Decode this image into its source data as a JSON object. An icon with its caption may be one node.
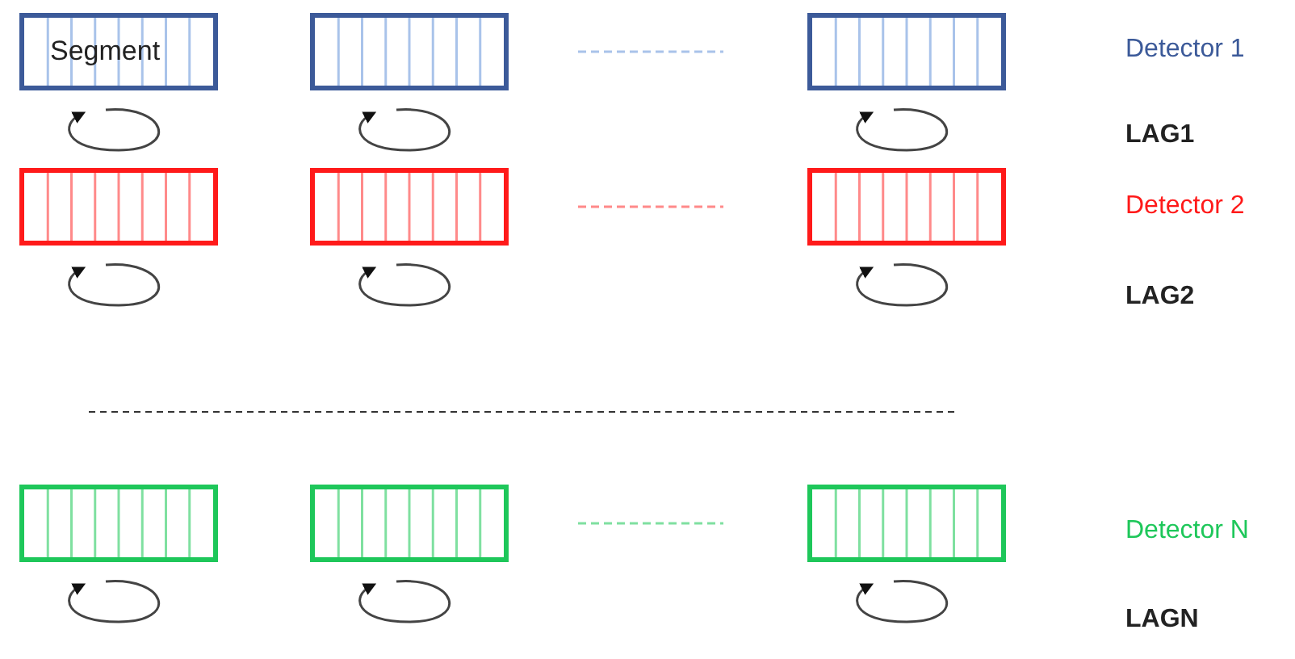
{
  "diagram": {
    "nodes": [
      {
        "text": [
          "Segment"
        ]
      },
      {
        "text": [],
        "shape": "bar"
      },
      {
        "text": [],
        "shape": "bar"
      },
      {
        "text": [],
        "shape": "bar"
      },
      {
        "text": [],
        "shape": "bar"
      },
      {
        "text": [],
        "shape": "bar"
      },
      {
        "text": [],
        "shape": "bar"
      },
      {
        "text": [],
        "shape": "bar"
      },
      {
        "text": [],
        "shape": "bar"
      }
    ],
    "labels": [
      "Detector 1",
      "LAG1",
      "Detector 2",
      "LAG2",
      "Detector N",
      "LAGN"
    ]
  }
}
